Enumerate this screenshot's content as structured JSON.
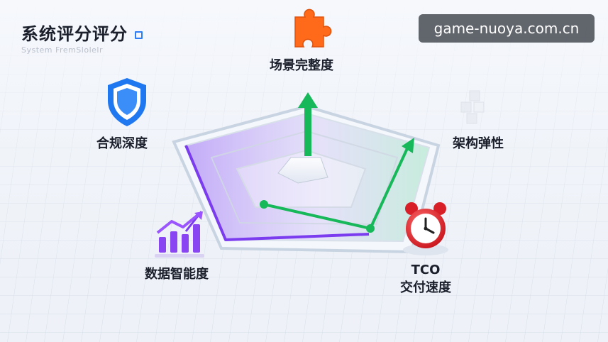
{
  "header": {
    "title": "系统评分评分",
    "subtitle": "System FremSlolelr"
  },
  "watermark": "game-nuoya.com.cn",
  "dimensions": [
    {
      "key": "scene",
      "label": "场景完整度",
      "icon": "puzzle-piece-icon"
    },
    {
      "key": "arch",
      "label": "架构弹性",
      "icon": "building-blocks-icon"
    },
    {
      "key": "tco",
      "label": "TCO",
      "label2": "交付速度",
      "icon": "alarm-clock-icon"
    },
    {
      "key": "data",
      "label": "数据智能度",
      "icon": "rising-bar-chart-icon"
    },
    {
      "key": "compliance",
      "label": "合规深度",
      "icon": "shield-icon"
    }
  ],
  "colors": {
    "green": "#16b85a",
    "purple": "#7b3cf0",
    "puzzle": "#ff6a1a",
    "shield": "#1f78f0",
    "clock": "#e8242b"
  }
}
